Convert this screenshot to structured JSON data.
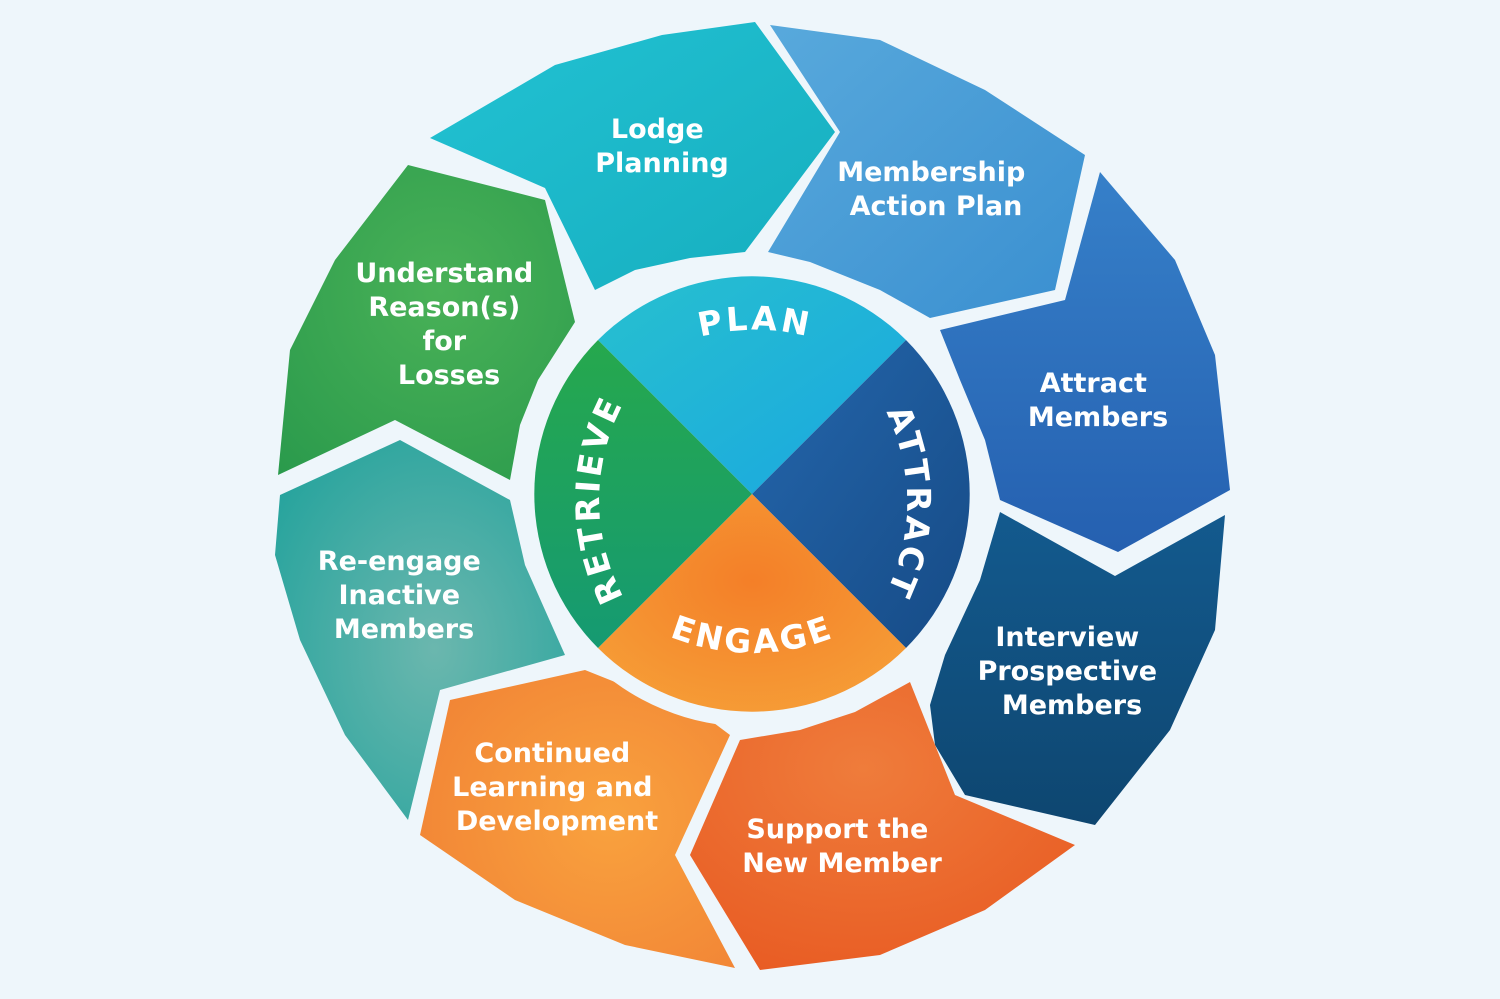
{
  "core": {
    "plan": "PLAN",
    "attract": "ATTRACT",
    "engage": "ENGAGE",
    "retrieve": "RETRIEVE"
  },
  "segments": [
    {
      "lines": [
        "Lodge",
        "Planning"
      ],
      "color": "#1cbcc9"
    },
    {
      "lines": [
        "Membership",
        "Action Plan"
      ],
      "color": "#4a9fd8"
    },
    {
      "lines": [
        "Attract",
        "Members"
      ],
      "color": "#2f72c0"
    },
    {
      "lines": [
        "Interview",
        "Prospective",
        "Members"
      ],
      "color": "#11507f"
    },
    {
      "lines": [
        "Support the",
        "New Member"
      ],
      "color": "#ea6a2c"
    },
    {
      "lines": [
        "Continued",
        "Learning and",
        "Development"
      ],
      "color": "#f3893a"
    },
    {
      "lines": [
        "Re-engage",
        "Inactive",
        "Members"
      ],
      "color": "#2aa9a0"
    },
    {
      "lines": [
        "Understand",
        "Reason(s)",
        "for",
        "Losses"
      ],
      "color": "#31a552"
    }
  ],
  "colors": {
    "background": "#eef6fb",
    "plan": "#1fb7d2",
    "attract": "#1d5a9c",
    "engage": "#f07a28",
    "retrieve": "#1ea255"
  }
}
